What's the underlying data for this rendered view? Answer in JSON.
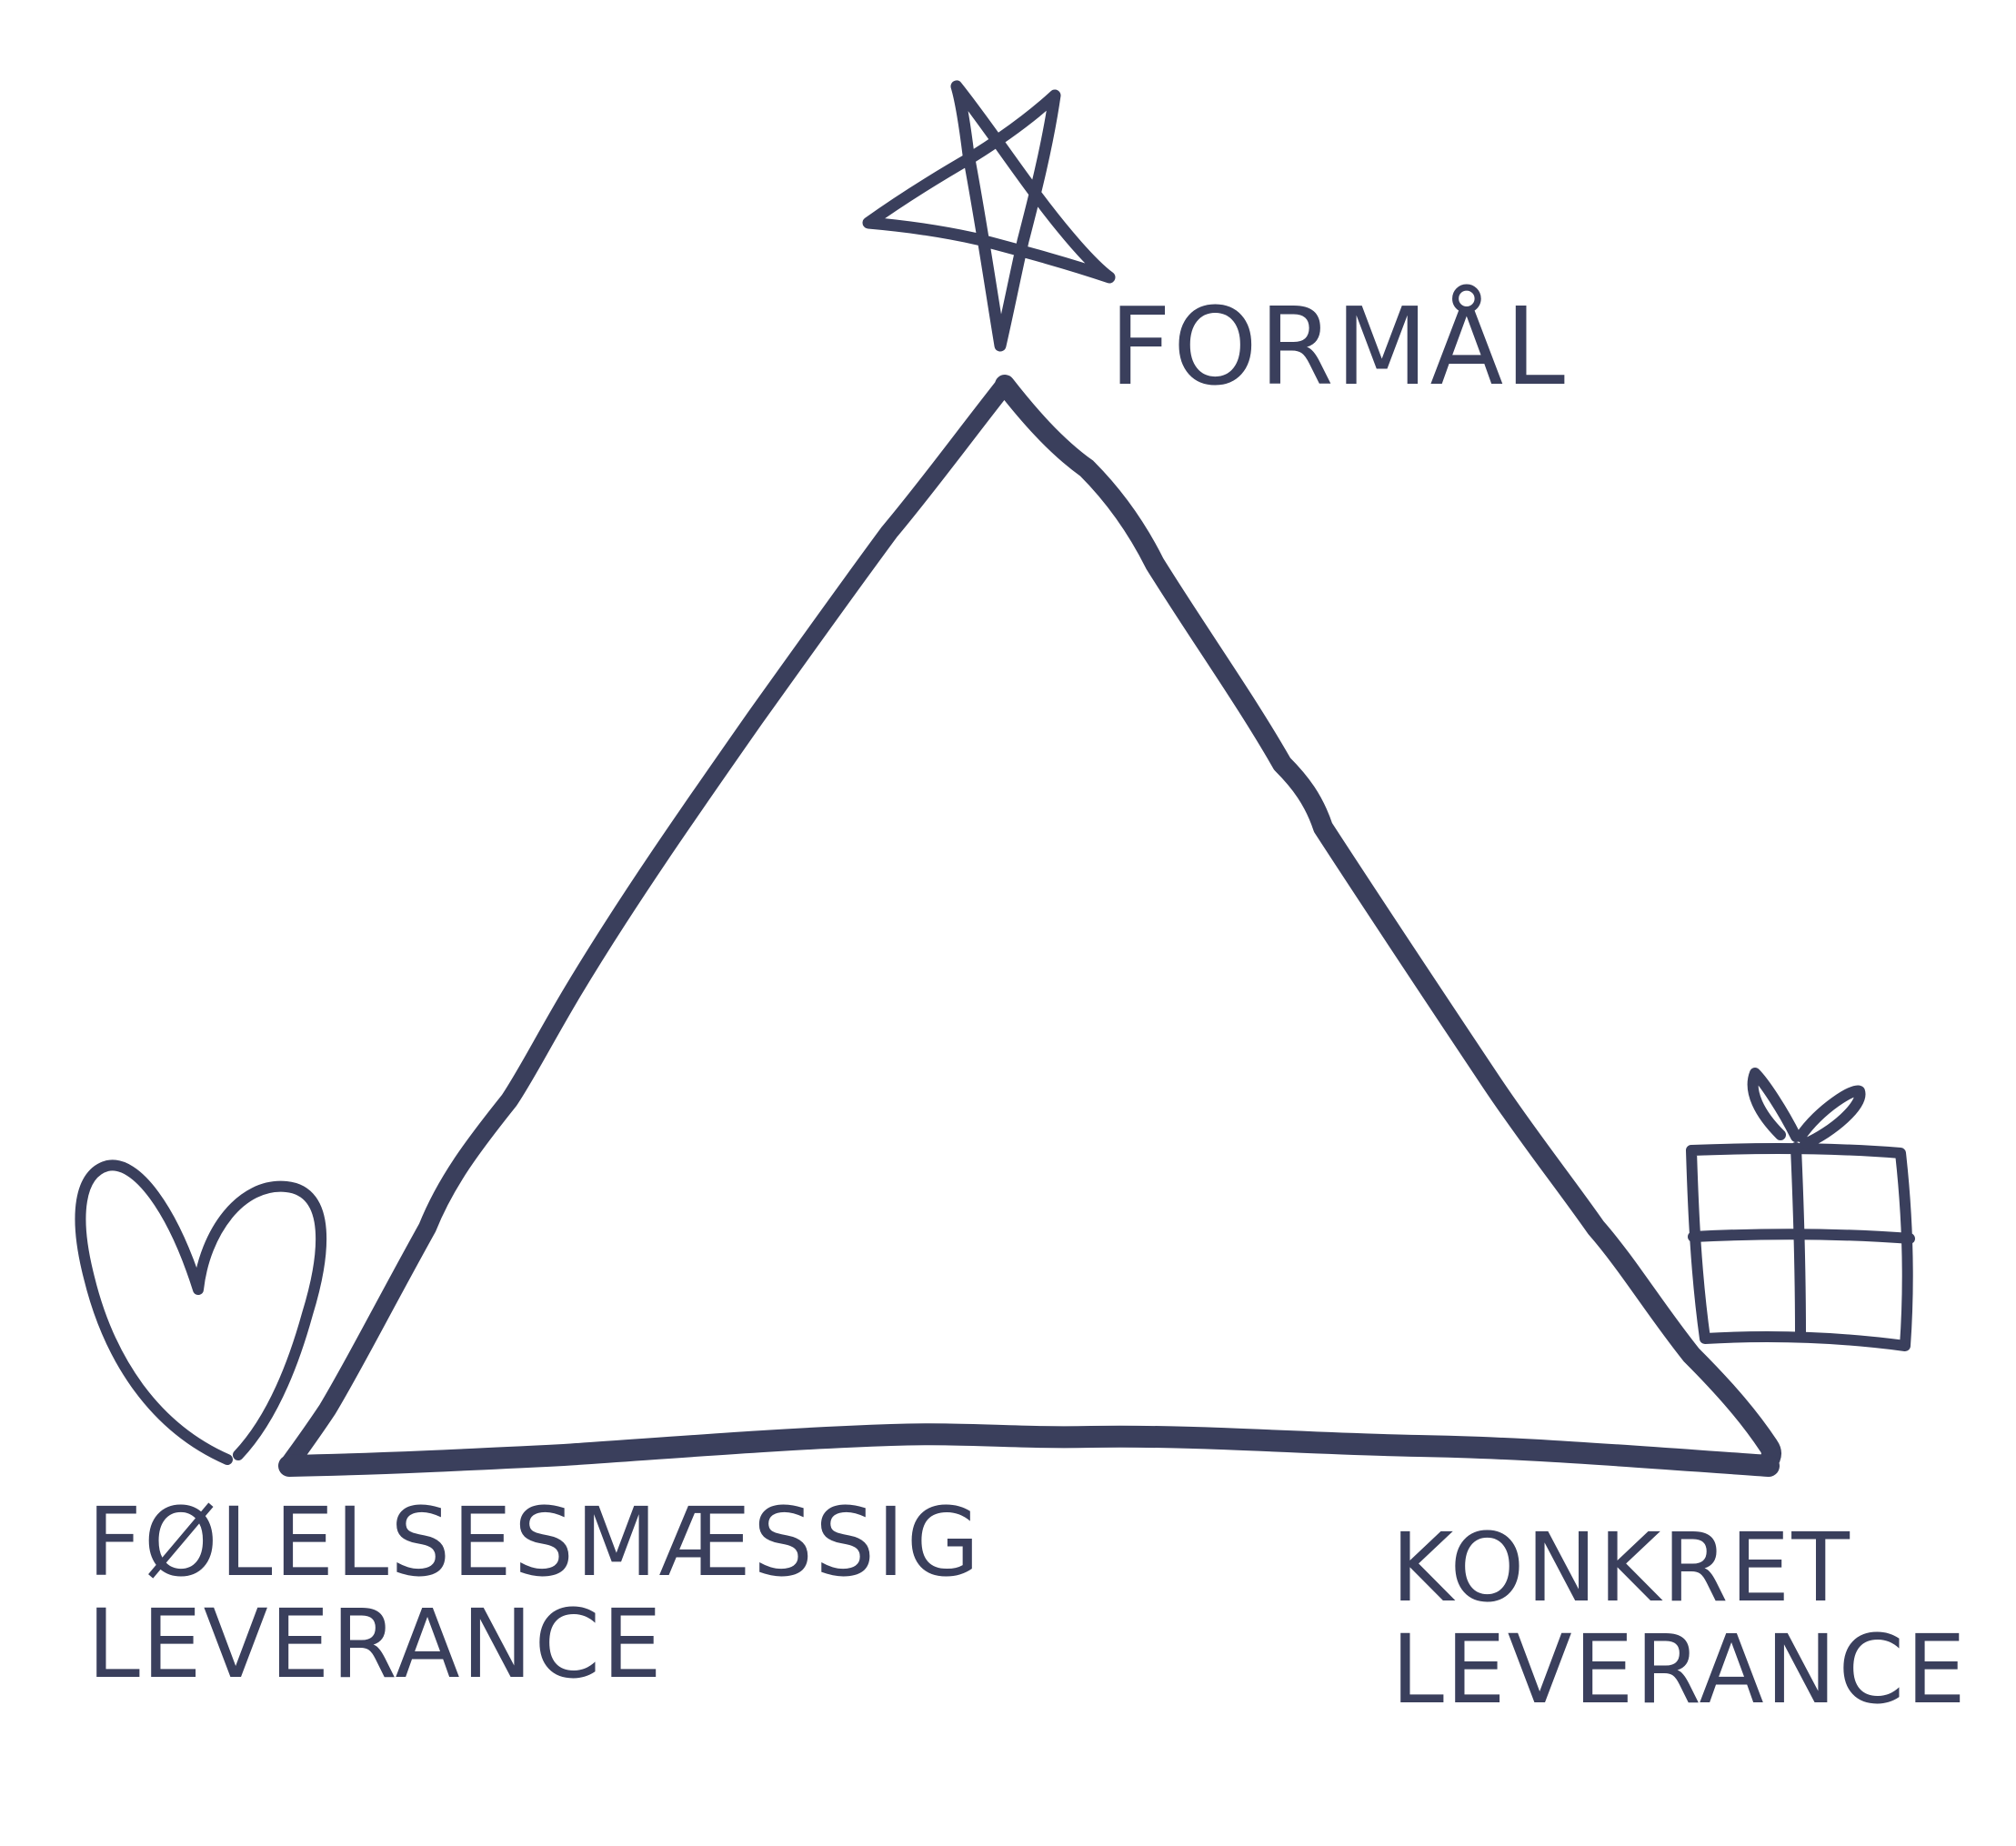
{
  "diagram": {
    "labels": {
      "top": "FORMÅL",
      "left": "FØLELSESMÆSSIG\nLEVERANCE",
      "right": "KONKRET\nLEVERANCE"
    },
    "icons": {
      "top": "star-icon",
      "left": "heart-icon",
      "right": "gift-icon"
    },
    "colors": {
      "ink": "#3a3f5c",
      "background": "#ffffff"
    }
  }
}
